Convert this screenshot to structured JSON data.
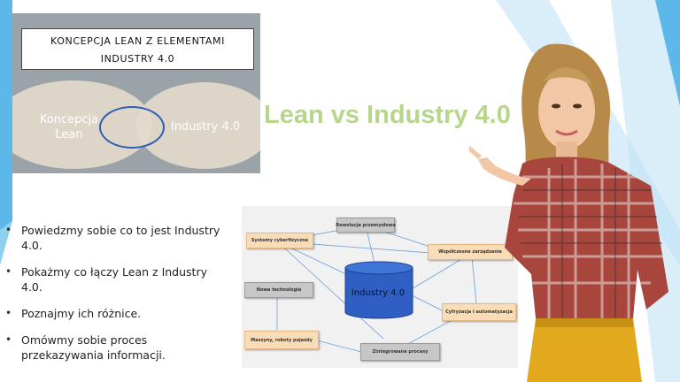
{
  "slide": {
    "title": "Lean vs Industry 4.0",
    "title_color": "#b6d68c",
    "accent_color": "#5bb8e8"
  },
  "venn_image": {
    "title_line1": "KONCEPCJA LEAN Z ELEMENTAMI",
    "title_line2": "INDUSTRY 4.0",
    "left_label_line1": "Koncepcja",
    "left_label_line2": "Lean",
    "right_label": "Industry 4.0"
  },
  "bullets": [
    {
      "line1": "Powiedzmy sobie co to jest Industry",
      "line2": "4.0."
    },
    {
      "line1": "Pokażmy co łączy Lean z Industry",
      "line2": "4.0."
    },
    {
      "line1": "Poznajmy ich różnice.",
      "line2": ""
    },
    {
      "line1": "Omówmy sobie proces",
      "line2": "przekazywania informacji."
    }
  ],
  "diagram": {
    "center": "Industry 4.0",
    "nodes": {
      "rewolucja": "Rewolucja przemysłowa",
      "systemy": "Systemy cyberfizyczne",
      "wspolczesne": "Współczesne zarządzanie",
      "nowa": "Nowa technologia",
      "cyfryzacja": "Cyfryzacja i automatyzacja",
      "maszyny": "Maszyny, roboty pojazdy",
      "zintegrowane": "Zintegrowane procesy"
    }
  }
}
